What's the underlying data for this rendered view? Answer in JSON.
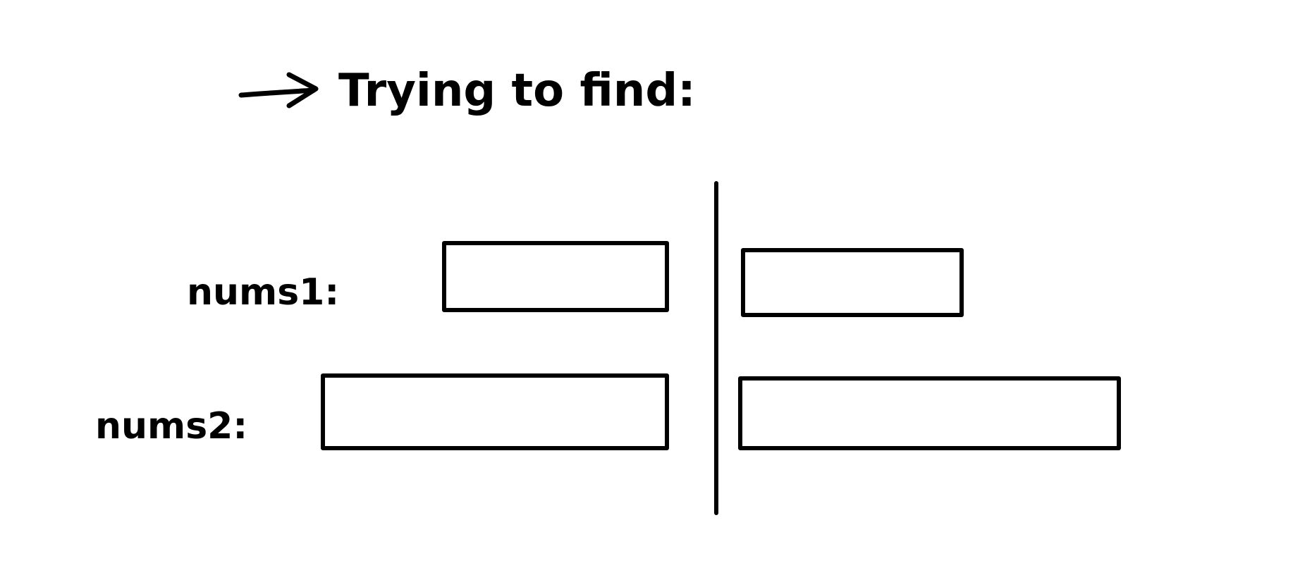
{
  "heading": {
    "text": "Trying to find:"
  },
  "rows": [
    {
      "label": "nums1:"
    },
    {
      "label": "nums2:"
    }
  ],
  "colors": {
    "ink": "#000000",
    "background": "#ffffff"
  }
}
